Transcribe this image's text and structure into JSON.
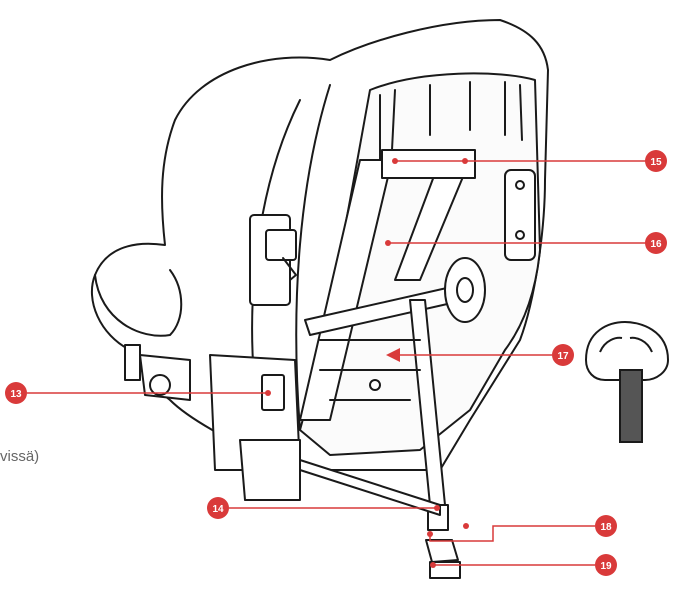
{
  "diagram": {
    "clipped_caption": "vissä)",
    "callouts": [
      {
        "id": "13",
        "label": "13"
      },
      {
        "id": "14",
        "label": "14"
      },
      {
        "id": "15",
        "label": "15"
      },
      {
        "id": "16",
        "label": "16"
      },
      {
        "id": "17",
        "label": "17"
      },
      {
        "id": "18",
        "label": "18"
      },
      {
        "id": "19",
        "label": "19"
      }
    ],
    "colors": {
      "callout": "#d93a3a",
      "line_art": "#1a1a1a",
      "clip_body": "#555555"
    }
  }
}
